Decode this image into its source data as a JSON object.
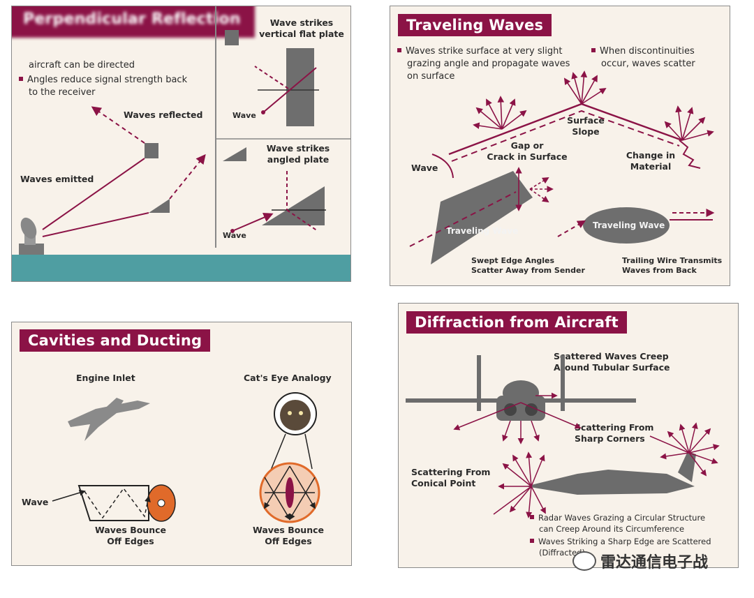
{
  "panel_reflection": {
    "title": "Perpendicular Reflection",
    "bullet1": "aircraft can be directed",
    "bullet2_line1": "Angles reduce signal strength back",
    "bullet2_line2": "to the receiver",
    "waves_reflected": "Waves reflected",
    "waves_emitted": "Waves emitted",
    "flat_plate_line1": "Wave strikes",
    "flat_plate_line2": "vertical flat plate",
    "wave_label_1": "Wave",
    "angled_plate_line1": "Wave strikes",
    "angled_plate_line2": "angled plate",
    "wave_label_2": "Wave"
  },
  "panel_traveling": {
    "title": "Traveling Waves",
    "bullet1_line1": "Waves strike surface at very slight",
    "bullet1_line2": "grazing angle and propagate waves",
    "bullet1_line3": "on surface",
    "bullet2_line1": "When discontinuities",
    "bullet2_line2": "occur, waves scatter",
    "surface_slope_line1": "Surface",
    "surface_slope_line2": "Slope",
    "gap_line1": "Gap or",
    "gap_line2": "Crack in Surface",
    "wave_label": "Wave",
    "change_line1": "Change in",
    "change_line2": "Material",
    "traveling_wave_1": "Traveling Wave",
    "traveling_wave_2": "Traveling Wave",
    "swept_line1": "Swept Edge Angles",
    "swept_line2": "Scatter Away from Sender",
    "trailing_line1": "Trailing Wire Transmits",
    "trailing_line2": "Waves from Back"
  },
  "panel_cavities": {
    "title": "Cavities and Ducting",
    "engine_inlet": "Engine Inlet",
    "cats_eye": "Cat's Eye Analogy",
    "wave_label": "Wave",
    "bounce_1_line1": "Waves Bounce",
    "bounce_1_line2": "Off Edges",
    "bounce_2_line1": "Waves Bounce",
    "bounce_2_line2": "Off Edges"
  },
  "panel_diffraction": {
    "title": "Diffraction from Aircraft",
    "creep_line1": "Scattered Waves Creep",
    "creep_line2": "Around Tubular Surface",
    "corners_line1": "Scattering From",
    "corners_line2": "Sharp Corners",
    "conical_line1": "Scattering From",
    "conical_line2": "Conical Point",
    "bullet1_line1": "Radar Waves Grazing a Circular Structure",
    "bullet1_line2": "can Creep Around its Circumference",
    "bullet2_line1": "Waves Striking a Sharp Edge are Scattered",
    "bullet2_line2": "(Diffracted)"
  },
  "watermark": {
    "text": "雷达通信电子战",
    "icon": "wechat-icon"
  },
  "colors": {
    "accent": "#8b1346",
    "panel_bg": "#f8f2ea",
    "plate_gray": "#707070",
    "ground_teal": "#4f9ea2",
    "engine_orange": "#e06a2a"
  }
}
